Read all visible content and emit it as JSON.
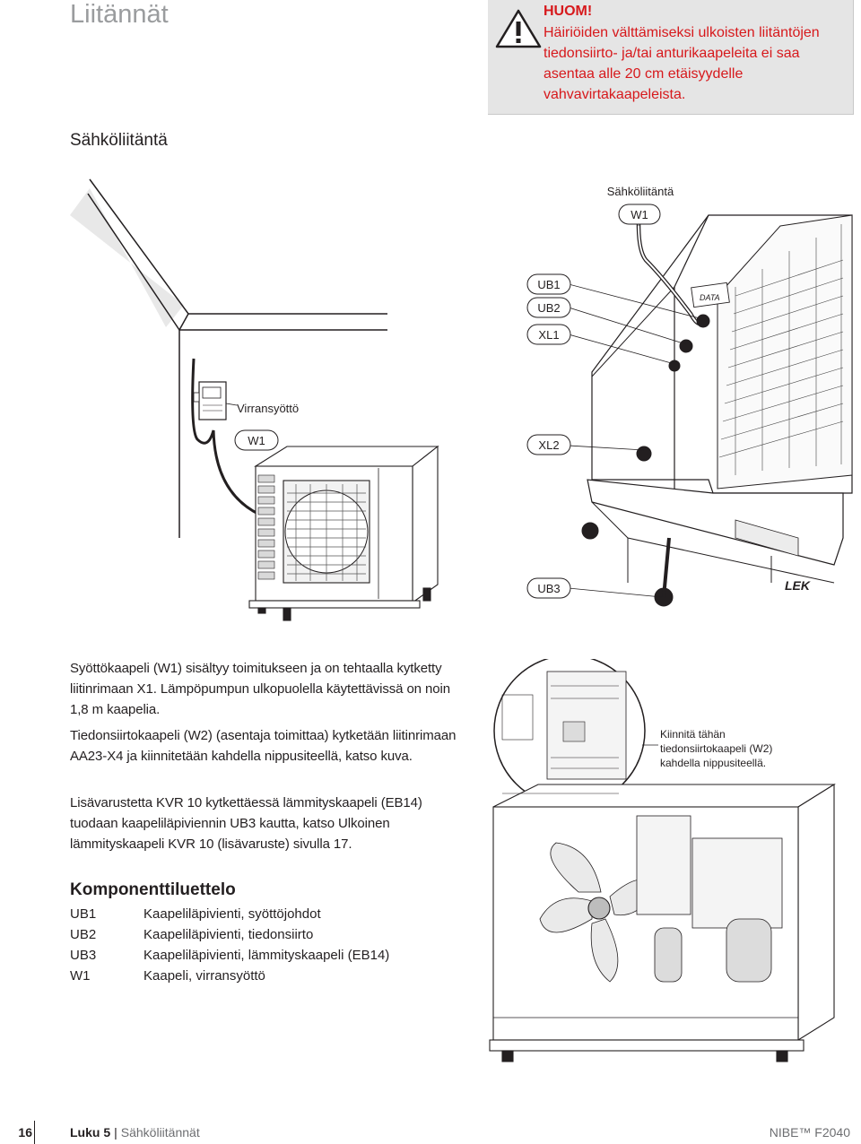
{
  "chapter_title": "Liitännät",
  "notice": {
    "title": "HUOM!",
    "body": "Häiriöiden välttämiseksi ulkoisten liitäntöjen tiedonsiirto- ja/tai anturikaapeleita ei saa asentaa alle 20 cm etäisyydelle vahvavirtakaapeleista."
  },
  "section_title": "Sähköliitäntä",
  "figure1": {
    "label_top": "Sähköliitäntä",
    "tag_w1_top": "W1",
    "tag_ub1": "UB1",
    "tag_ub2": "UB2",
    "tag_xl1": "XL1",
    "label_virransyotto": "Virransyöttö",
    "tag_w1_left": "W1",
    "tag_xl2": "XL2",
    "tag_ub3": "UB3",
    "data_plate": "DATA",
    "brand_mark": "LEK"
  },
  "paragraphs": [
    "Syöttökaapeli (W1) sisältyy toimitukseen ja on tehtaalla kytketty liitinrimaan X1. Lämpöpumpun ulkopuolella käytettävissä on noin 1,8 m kaapelia.",
    "Tiedonsiirtokaapeli (W2) (asentaja toimittaa) kytketään liitinrimaan AA23-X4 ja kiinnitetään kahdella nippusiteellä, katso kuva.",
    "Lisävarustetta KVR 10 kytkettäessä lämmityskaapeli (EB14) tuodaan kaapeliläpiviennin UB3 kautta, katso Ulkoinen lämmityskaapeli KVR 10 (lisävaruste) sivulla 17."
  ],
  "figure2": {
    "callout": "Kiinnitä tähän tiedonsiirtokaapeli (W2) kahdella nippusiteellä."
  },
  "components": {
    "title": "Komponenttiluettelo",
    "items": [
      {
        "code": "UB1",
        "desc": "Kaapeliläpivienti, syöttöjohdot"
      },
      {
        "code": "UB2",
        "desc": "Kaapeliläpivienti, tiedonsiirto"
      },
      {
        "code": "UB3",
        "desc": "Kaapeliläpivienti, lämmityskaapeli (EB14)"
      },
      {
        "code": "W1",
        "desc": "Kaapeli, virransyöttö"
      }
    ]
  },
  "footer": {
    "page_number": "16",
    "chapter": "Luku 5",
    "separator": "|",
    "section": "Sähköliitännät",
    "brand": "NIBE™ F2040"
  }
}
